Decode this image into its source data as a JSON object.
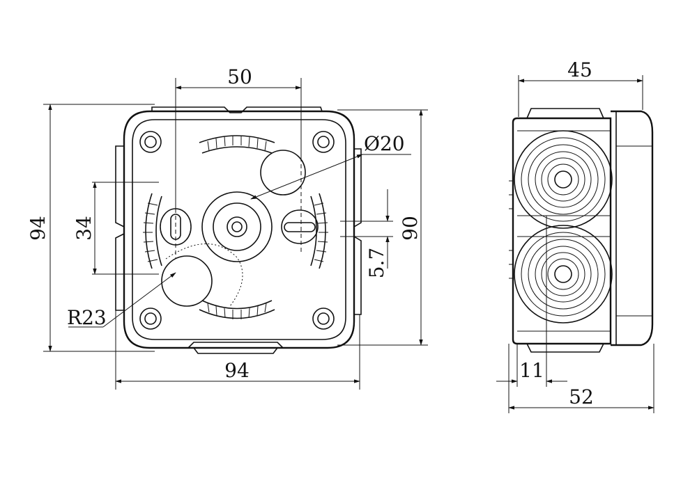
{
  "dimensions": {
    "front_width": "94",
    "front_height": "94",
    "inner_height": "90",
    "inner_spacing": "34",
    "hole_spacing": "50",
    "hole_diameter": "Ø20",
    "knockout_radius": "R23",
    "offset": "5.7",
    "side_depth": "45",
    "side_overall": "52",
    "side_flange": "11"
  }
}
